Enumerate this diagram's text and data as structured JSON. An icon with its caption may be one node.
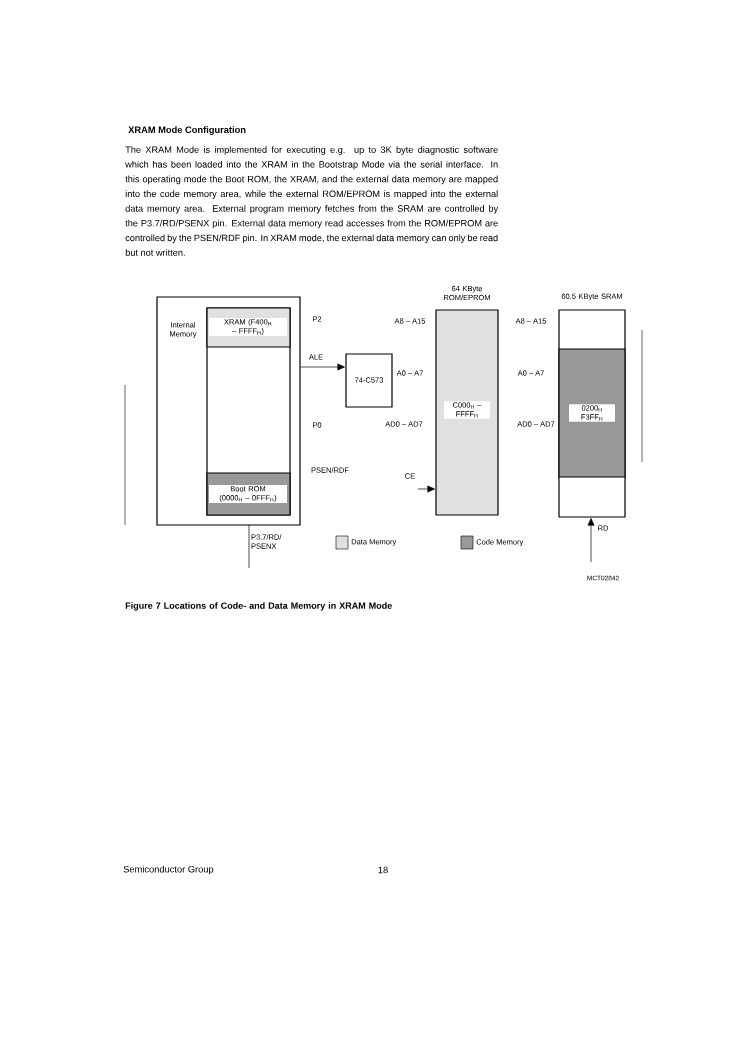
{
  "diagram": {
    "title": "XRAM Mode Configuration",
    "caption": "Figure 7 Locations of Code- and Data Memory in XRAM Mode",
    "nodes": [
      {
        "text": [
          "Internal Memory"
        ]
      },
      {
        "text": [],
        "shape": "box",
        "in": 0
      },
      {
        "text": [
          "XRAM (F400$_{H}$ – FFFF$_{H}$)"
        ],
        "in": 1
      },
      {
        "text": [
          "Boot ROM (0000$_{H}$ – 0FFF$_{H}$)"
        ],
        "in": 1
      },
      {
        "text": [
          "74-C573"
        ]
      },
      {
        "text": [
          "64 KByte ROM/EPROM",
          "C000$_{H}$ – FFFF$_{H}$"
        ]
      },
      {
        "text": [
          "60.5 KByte SRAM"
        ]
      },
      {
        "text": [
          "0200$_{H}$ F3FF$_{H}$"
        ],
        "in": 6
      }
    ],
    "edges": [
      {
        "from": 0,
        "to": 4,
        "arrow": "to",
        "label": "ALE"
      },
      {
        "from": null,
        "to": 5,
        "arrow": "to",
        "label": "CE"
      },
      {
        "from": null,
        "to": 6,
        "arrow": "to",
        "label": "RD"
      }
    ],
    "labels": [
      "The XRAM Mode is implemented for executing e.g. up to 3K byte diagnostic software which has been loaded into the XRAM in the Bootstrap Mode via the serial interface. In this operating mode the Boot ROM, the XRAM, and the external data memory are mapped into the code memory area, while the external ROM/EPROM is mapped into the external data memory area. External program memory fetches from the SRAM are controlled by the P3.7/RD/PSENX pin. External data memory read accesses from the ROM/EPROM are controlled by the PSEN/RDF pin. In XRAM mode, the external data memory can only be read but not written.",
      "P2",
      "P0",
      "PSEN/RDF",
      "P3.7/RD/ PSENX",
      "A8 – A15",
      "A8 – A15",
      "A0 – A7",
      "A0 – A7",
      "AD0 – AD7",
      "AD0 – AD7",
      "MCT02842",
      "Semiconductor Group",
      "18"
    ],
    "legend": [
      {
        "text": "Data Memory"
      },
      {
        "text": "Code Memory"
      }
    ]
  }
}
